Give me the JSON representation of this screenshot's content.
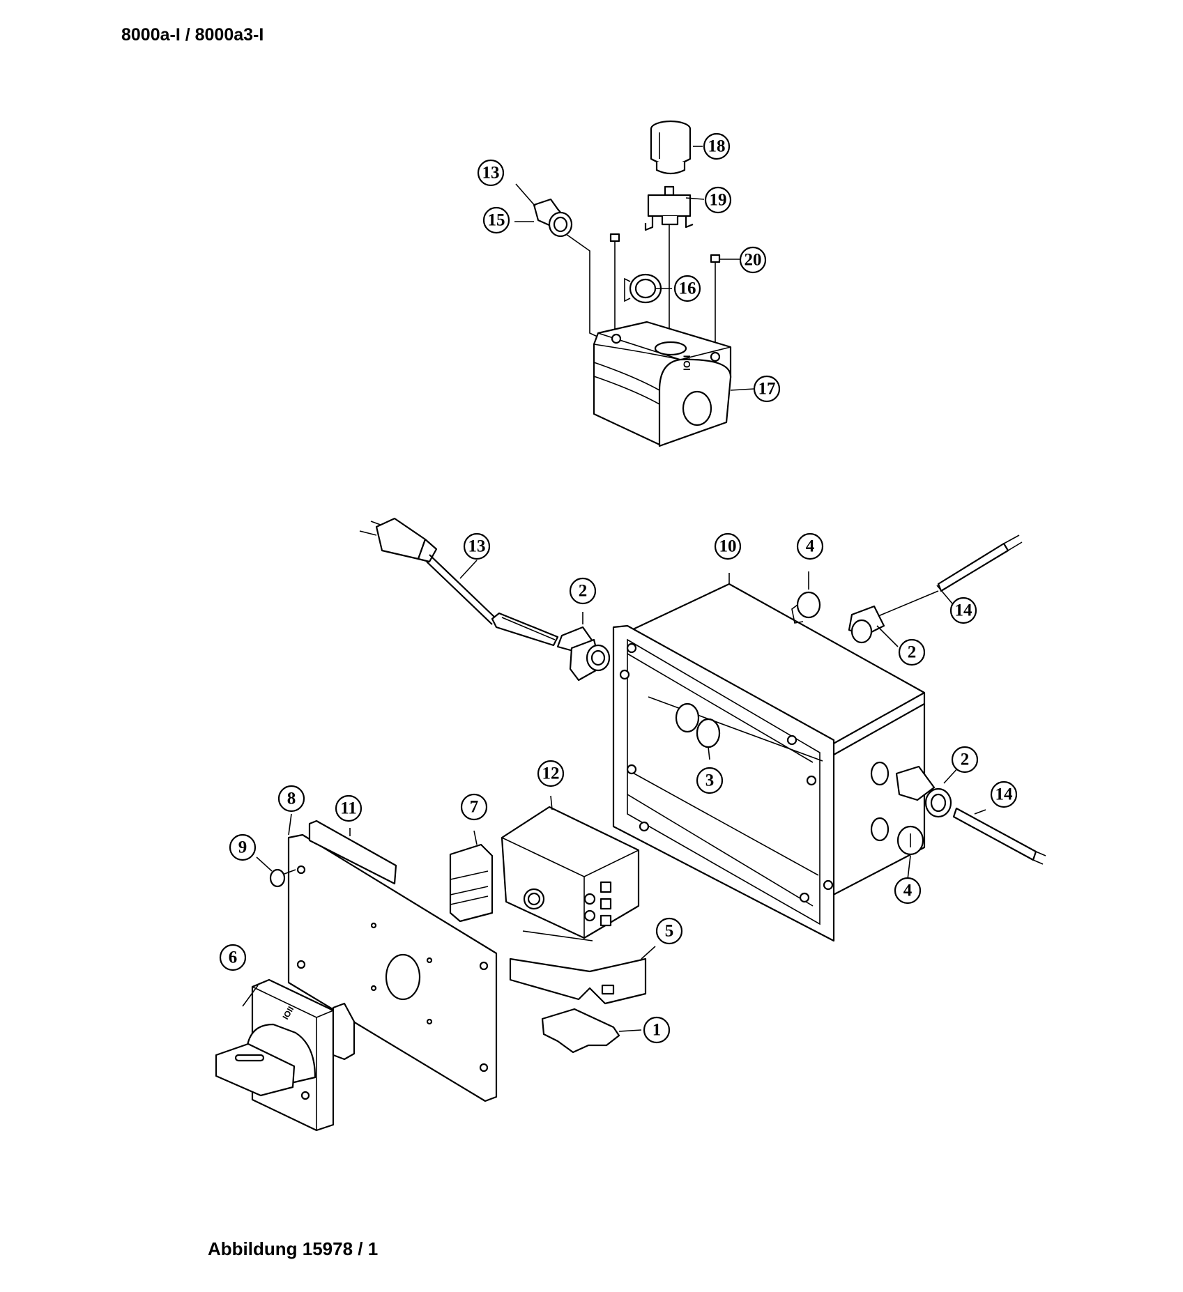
{
  "header": {
    "title": "8000a-I / 8000a3-I"
  },
  "footer": {
    "caption": "Abbildung 15978 / 1"
  },
  "housing_label": "IOII",
  "switch_label": "IOII",
  "callouts": [
    {
      "id": "c18",
      "label": "18"
    },
    {
      "id": "c19",
      "label": "19"
    },
    {
      "id": "c13a",
      "label": "13"
    },
    {
      "id": "c15",
      "label": "15"
    },
    {
      "id": "c20",
      "label": "20"
    },
    {
      "id": "c16",
      "label": "16"
    },
    {
      "id": "c17",
      "label": "17"
    },
    {
      "id": "c13b",
      "label": "13"
    },
    {
      "id": "c10",
      "label": "10"
    },
    {
      "id": "c4a",
      "label": "4"
    },
    {
      "id": "c2a",
      "label": "2"
    },
    {
      "id": "c14a",
      "label": "14"
    },
    {
      "id": "c2b",
      "label": "2"
    },
    {
      "id": "c2c",
      "label": "2"
    },
    {
      "id": "c14b",
      "label": "14"
    },
    {
      "id": "c3",
      "label": "3"
    },
    {
      "id": "c4b",
      "label": "4"
    },
    {
      "id": "c12",
      "label": "12"
    },
    {
      "id": "c7",
      "label": "7"
    },
    {
      "id": "c8",
      "label": "8"
    },
    {
      "id": "c11",
      "label": "11"
    },
    {
      "id": "c9",
      "label": "9"
    },
    {
      "id": "c5",
      "label": "5"
    },
    {
      "id": "c6",
      "label": "6"
    },
    {
      "id": "c1",
      "label": "1"
    }
  ]
}
